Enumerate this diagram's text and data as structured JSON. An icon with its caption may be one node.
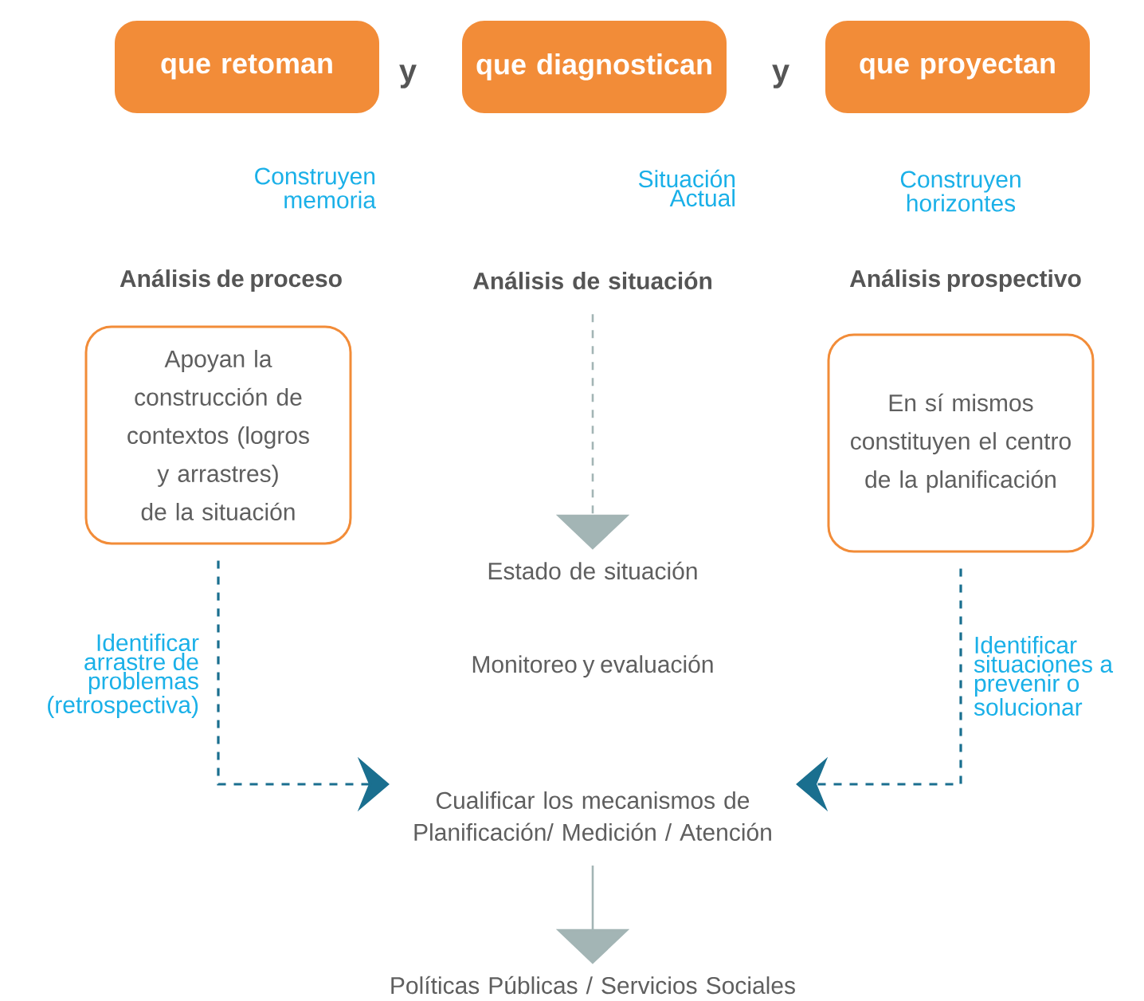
{
  "diagram": {
    "nodes": [
      {
        "text": [
          "que retoman"
        ]
      },
      {
        "text": [
          "que diagnostican"
        ]
      },
      {
        "text": [
          "que proyectan"
        ]
      },
      {
        "text": [
          "Apoyan la construcción de contextos (logros y arrastres) de la situación"
        ]
      },
      {
        "text": [
          "En sí mismos constituyen el centro de la planificación"
        ]
      },
      {
        "text": [
          "Análisis de situación"
        ]
      },
      {
        "text": [
          "Estado de situación"
        ]
      },
      {
        "text": [
          "Cualificar los mecanismos de Planificación/ Medición / Atención"
        ]
      },
      {
        "text": [
          "Políticas Públicas / Servicios Sociales"
        ]
      }
    ],
    "edges": [
      {
        "from": 5,
        "to": 6,
        "arrow": "to",
        "style": "dashed",
        "color": "#a3b5b5"
      },
      {
        "from": 3,
        "to": 7,
        "arrow": "to",
        "style": "dashed",
        "color": "#1a6f8f"
      },
      {
        "from": 4,
        "to": 7,
        "arrow": "to",
        "style": "dashed",
        "color": "#1a6f8f"
      },
      {
        "from": 7,
        "to": 8,
        "arrow": "to",
        "color": "#a3b5b5"
      }
    ],
    "labels": [
      "y",
      "y",
      "Construyen memoria",
      "Situación Actual",
      "Construyen horizontes",
      "Análisis de proceso",
      "Análisis prospectivo",
      "Monitoreo y evaluación",
      "Identificar arrastre de problemas (retrospectiva)",
      "Identificar situaciones a prevenir o solucionar"
    ]
  }
}
